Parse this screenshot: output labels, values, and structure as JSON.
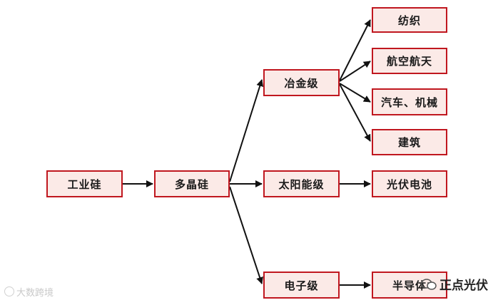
{
  "nodes": {
    "industrial_si": "工业硅",
    "polysilicon": "多晶硅",
    "metallurgical": "冶金级",
    "solar": "太阳能级",
    "electronic": "电子级",
    "textile": "纺织",
    "aerospace": "航空航天",
    "auto_machinery": "汽车、机械",
    "construction": "建筑",
    "pv_cell": "光伏电池",
    "semiconductor": "半导体"
  },
  "colors": {
    "node_fill": "#fbeae7",
    "node_border": "#c0171f",
    "arrow": "#111111"
  },
  "watermarks": {
    "left": "大数跨境",
    "right": "正点光伏"
  }
}
